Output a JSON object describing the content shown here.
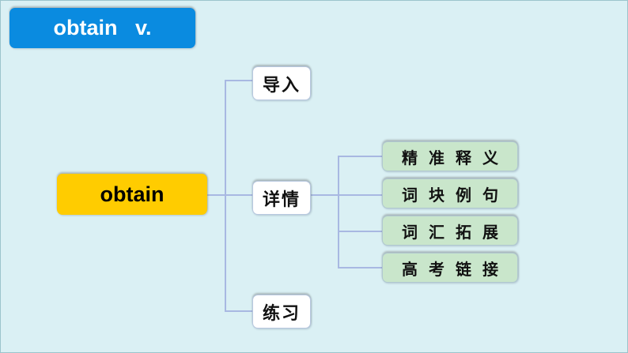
{
  "title": "obtain   v.",
  "root": "obtain",
  "branches": [
    "导入",
    "详情",
    "练习"
  ],
  "details": [
    "精准释义",
    "词块例句",
    "词汇拓展",
    "高考链接"
  ],
  "colors": {
    "title_bg": "#0a8be0",
    "root_bg": "#ffcc00",
    "sub_bg": "#c9e6cb",
    "background": "#daf0f4"
  }
}
